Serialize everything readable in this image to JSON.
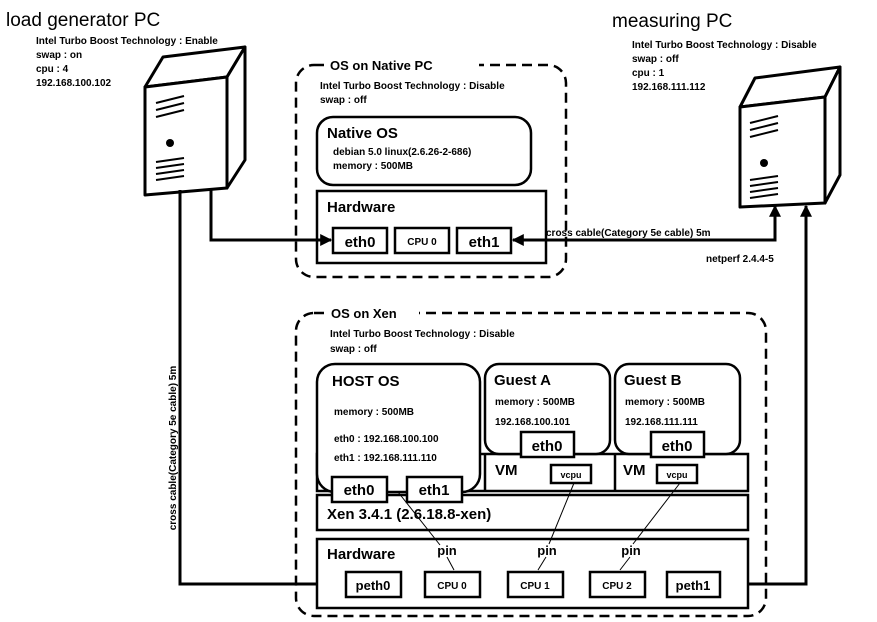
{
  "load_pc": {
    "title": "load generator PC",
    "specs": [
      "Intel Turbo Boost Technology : Enable",
      "swap : on",
      "cpu : 4",
      "192.168.100.102"
    ]
  },
  "measuring_pc": {
    "title": "measuring PC",
    "specs": [
      "Intel Turbo Boost Technology : Disable",
      "swap : off",
      "cpu : 1",
      "192.168.111.112"
    ]
  },
  "native": {
    "title": "OS on Native PC",
    "specs": [
      "Intel Turbo Boost Technology : Disable",
      "swap : off"
    ],
    "os_title": "Native OS",
    "os_lines": [
      "debian 5.0 linux(2.6.26-2-686)",
      "memory : 500MB"
    ],
    "hardware": "Hardware",
    "eth0": "eth0",
    "cpu": "CPU 0",
    "eth1": "eth1"
  },
  "links": {
    "cross_cable_native": "cross cable(Category 5e cable)  5m",
    "netperf": "netperf 2.4.4-5",
    "cross_cable_xen": "cross cable(Category 5e cable)  5m"
  },
  "xen": {
    "title": "OS on Xen",
    "specs": [
      "Intel Turbo Boost Technology : Disable",
      "swap : off"
    ],
    "host": {
      "title": "HOST OS",
      "memory": "memory : 500MB",
      "eth0_ip": "eth0 : 192.168.100.100",
      "eth1_ip": "eth1 : 192.168.111.110",
      "eth0": "eth0",
      "eth1": "eth1"
    },
    "guest_a": {
      "title": "Guest A",
      "memory": "memory : 500MB",
      "ip": "192.168.100.101",
      "eth0": "eth0",
      "vm": "VM",
      "vcpu": "vcpu"
    },
    "guest_b": {
      "title": "Guest B",
      "memory": "memory : 500MB",
      "ip": "192.168.111.111",
      "eth0": "eth0",
      "vm": "VM",
      "vcpu": "vcpu"
    },
    "hypervisor": "Xen 3.4.1 (2.6.18.8-xen)",
    "hardware": "Hardware",
    "pin": "pin",
    "peth0": "peth0",
    "cpu0": "CPU 0",
    "cpu1": "CPU 1",
    "cpu2": "CPU 2",
    "peth1": "peth1"
  }
}
